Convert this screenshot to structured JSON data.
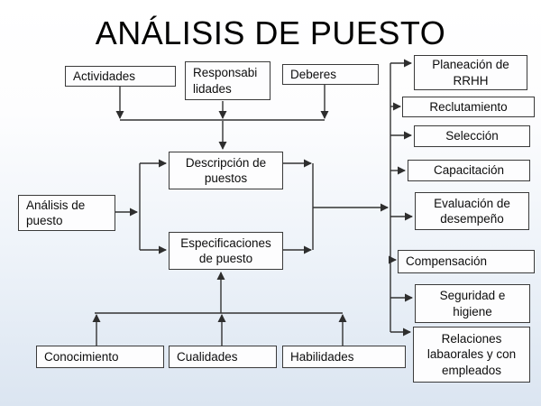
{
  "slide": {
    "title": "ANÁLISIS DE PUESTO"
  },
  "diagram": {
    "type": "flowchart",
    "nodes": {
      "actividades": {
        "label": "Actividades"
      },
      "responsabilidades": {
        "label": "Responsabi\nlidades"
      },
      "deberes": {
        "label": "Deberes"
      },
      "analisis": {
        "label": "Análisis de\npuesto"
      },
      "descripcion": {
        "label": "Descripción de\npuestos"
      },
      "especificaciones": {
        "label": "Especificaciones\nde puesto"
      },
      "conocimiento": {
        "label": "Conocimiento"
      },
      "cualidades": {
        "label": "Cualidades"
      },
      "habilidades": {
        "label": "Habilidades"
      },
      "planeacion": {
        "label": "Planeación de\nRRHH"
      },
      "reclutamiento": {
        "label": "Reclutamiento"
      },
      "seleccion": {
        "label": "Selección"
      },
      "capacitacion": {
        "label": "Capacitación"
      },
      "evaluacion": {
        "label": "Evaluación de\ndesempeño"
      },
      "compensacion": {
        "label": "Compensación"
      },
      "seguridad": {
        "label": "Seguridad e\nhigiene"
      },
      "relaciones": {
        "label": "Relaciones\nlabaorales y con\nempleados"
      }
    },
    "edges": [
      {
        "from": "actividades",
        "to": "descripcion"
      },
      {
        "from": "responsabilidades",
        "to": "descripcion"
      },
      {
        "from": "deberes",
        "to": "descripcion"
      },
      {
        "from": "analisis",
        "to": "descripcion"
      },
      {
        "from": "analisis",
        "to": "especificaciones"
      },
      {
        "from": "conocimiento",
        "to": "especificaciones"
      },
      {
        "from": "cualidades",
        "to": "especificaciones"
      },
      {
        "from": "habilidades",
        "to": "especificaciones"
      },
      {
        "from": "descripcion",
        "to": "hr-rail"
      },
      {
        "from": "especificaciones",
        "to": "hr-rail"
      },
      {
        "from": "hr-rail",
        "to": "planeacion"
      },
      {
        "from": "hr-rail",
        "to": "reclutamiento"
      },
      {
        "from": "hr-rail",
        "to": "seleccion"
      },
      {
        "from": "hr-rail",
        "to": "capacitacion"
      },
      {
        "from": "hr-rail",
        "to": "evaluacion"
      },
      {
        "from": "hr-rail",
        "to": "compensacion"
      },
      {
        "from": "hr-rail",
        "to": "seguridad"
      },
      {
        "from": "hr-rail",
        "to": "relaciones"
      }
    ],
    "colors": {
      "background_top": "#ffffff",
      "background_bottom": "#dbe5f1",
      "node_fill": "#fdfdfe",
      "node_border": "#3a3a3a",
      "connector": "#333333",
      "text": "#0d0d0d"
    }
  }
}
